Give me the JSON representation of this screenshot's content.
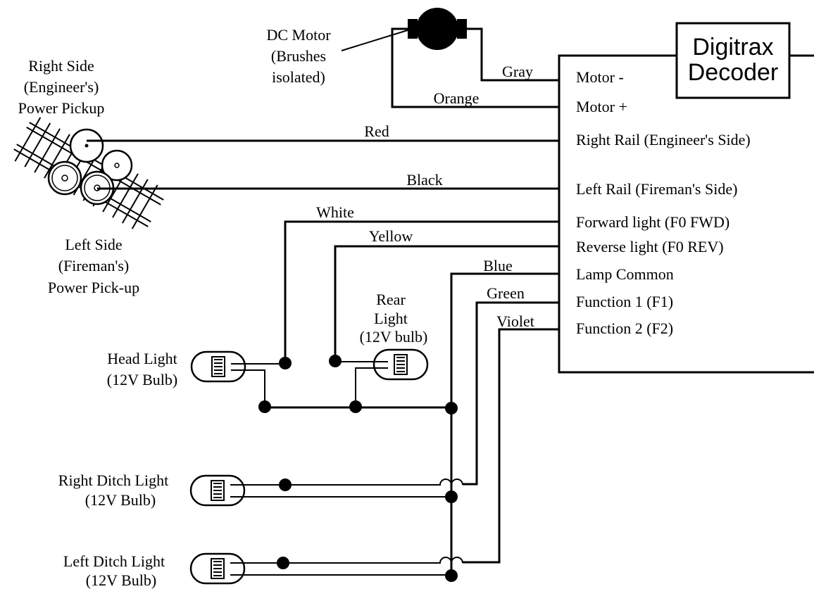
{
  "decoder": {
    "label_line1": "Digitrax",
    "label_line2": "Decoder"
  },
  "motor": {
    "label_line1": "DC Motor",
    "label_line2": "(Brushes",
    "label_line3": "isolated)"
  },
  "wires": {
    "gray": "Gray",
    "orange": "Orange",
    "red": "Red",
    "black": "Black",
    "white": "White",
    "yellow": "Yellow",
    "blue": "Blue",
    "green": "Green",
    "violet": "Violet"
  },
  "terminals": {
    "motor_minus": "Motor -",
    "motor_plus": "Motor +",
    "right_rail": "Right Rail (Engineer's Side)",
    "left_rail": "Left Rail (Fireman's Side)",
    "forward_light": "Forward light (F0 FWD)",
    "reverse_light": "Reverse light (F0 REV)",
    "lamp_common": "Lamp Common",
    "function_1": "Function 1 (F1)",
    "function_2": "Function 2 (F2)"
  },
  "pickups": {
    "right": {
      "line1": "Right Side",
      "line2": "(Engineer's)",
      "line3": "Power Pickup"
    },
    "left": {
      "line1": "Left Side",
      "line2": "(Fireman's)",
      "line3": "Power Pick-up"
    }
  },
  "lights": {
    "head": {
      "line1": "Head Light",
      "line2": "(12V Bulb)"
    },
    "rear": {
      "line1": "Rear",
      "line2": "Light",
      "line3": "(12V bulb)"
    },
    "right_ditch": {
      "line1": "Right Ditch Light",
      "line2": "(12V Bulb)"
    },
    "left_ditch": {
      "line1": "Left Ditch Light",
      "line2": "(12V Bulb)"
    }
  }
}
